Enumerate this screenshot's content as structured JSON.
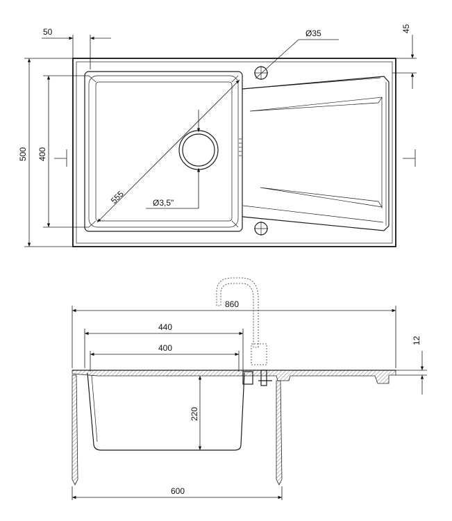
{
  "top_view": {
    "dims": {
      "edge_offset": "50",
      "hole_diameter": "Ø35",
      "top_offset": "45",
      "overall_depth": "500",
      "bowl_depth": "400",
      "diagonal": "555",
      "drain": "Ø3,5\""
    }
  },
  "side_view": {
    "dims": {
      "overall_width": "860",
      "bowl_outer": "440",
      "bowl_inner": "400",
      "rim_thickness": "12",
      "bowl_height": "220",
      "cabinet": "600"
    }
  }
}
